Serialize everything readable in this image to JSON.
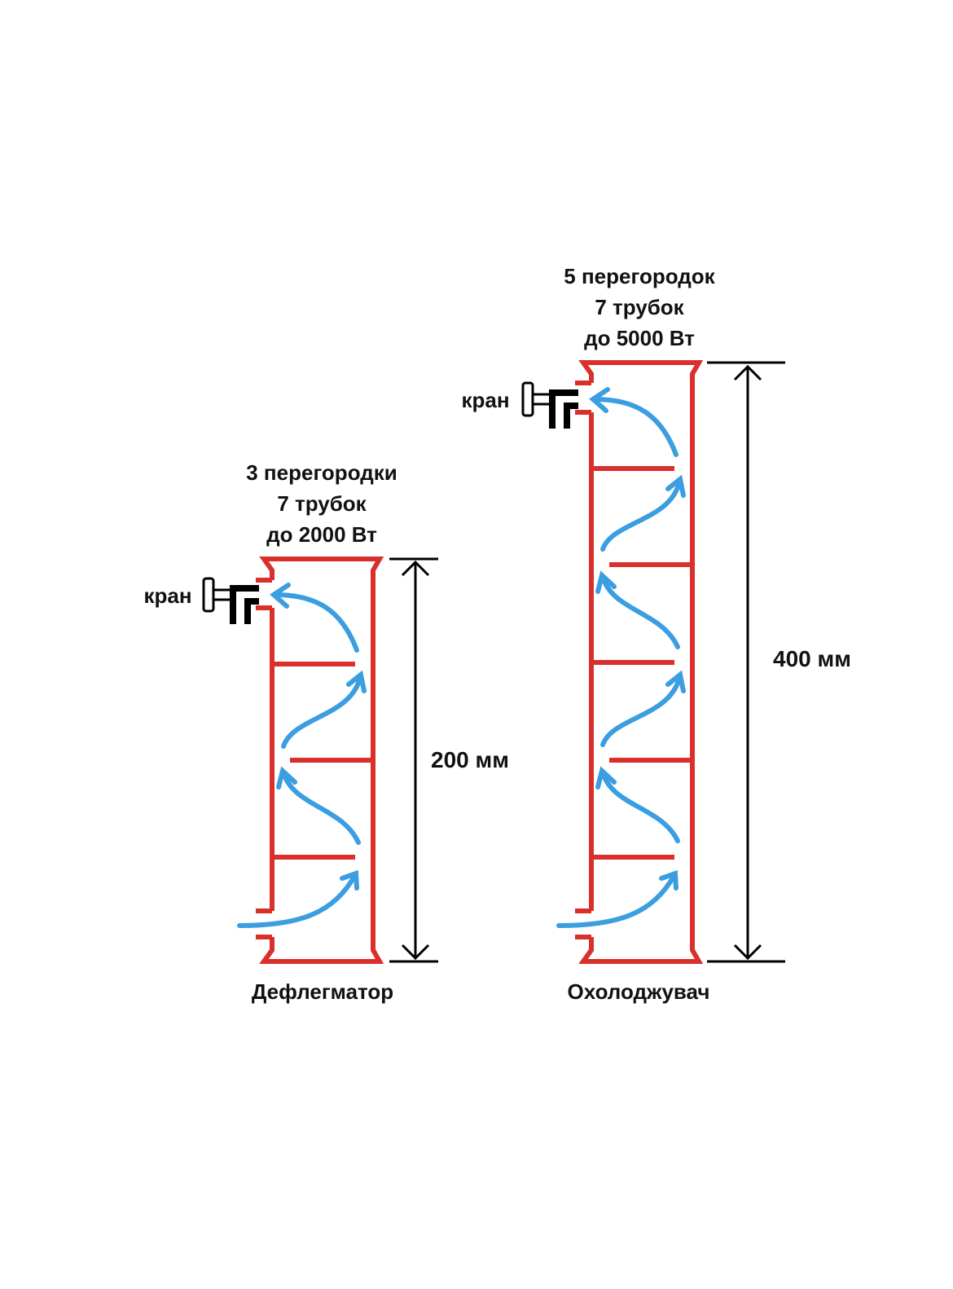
{
  "left_unit": {
    "spec_lines": [
      "3 перегородки",
      "7 трубок",
      "до 2000 Вт"
    ],
    "valve_label": "кран",
    "dimension": "200 мм",
    "name": "Дефлегматор"
  },
  "right_unit": {
    "spec_lines": [
      "5 перегородок",
      "7 трубок",
      "до 5000 Вт"
    ],
    "valve_label": "кран",
    "dimension": "400 мм",
    "name": "Охолоджувач"
  },
  "colors": {
    "shell": "#d9302c",
    "flow": "#3a9ee0",
    "lines": "#000000"
  }
}
